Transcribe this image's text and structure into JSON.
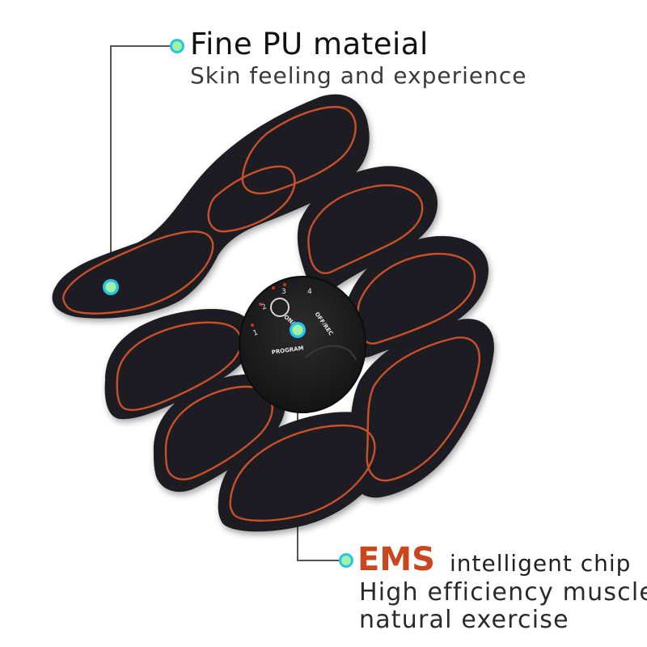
{
  "annotations": {
    "top": {
      "title": "Fine PU mateial",
      "subtitle": "Skin feeling and experience"
    },
    "bottom": {
      "highlight": "EMS",
      "highlight_suffix": "intelligent chip",
      "line2": "High efficiency muscle",
      "line3": "natural exercise"
    }
  },
  "controller": {
    "button_on": "ON/INC",
    "button_off": "OFF/REC",
    "button_program": "PROGRAM",
    "levels": [
      "1",
      "2",
      "3",
      "4"
    ]
  },
  "colors": {
    "pad_fill": "#1f1f21",
    "outline": "#c8502a",
    "callout_dot": "#9ff2a2",
    "callout_ring": "#27c3e6",
    "leader_line": "#555555",
    "highlight": "#c9461e"
  },
  "icons": [
    "callout-dot-icon",
    "power-button-icon",
    "level-led-icon"
  ]
}
